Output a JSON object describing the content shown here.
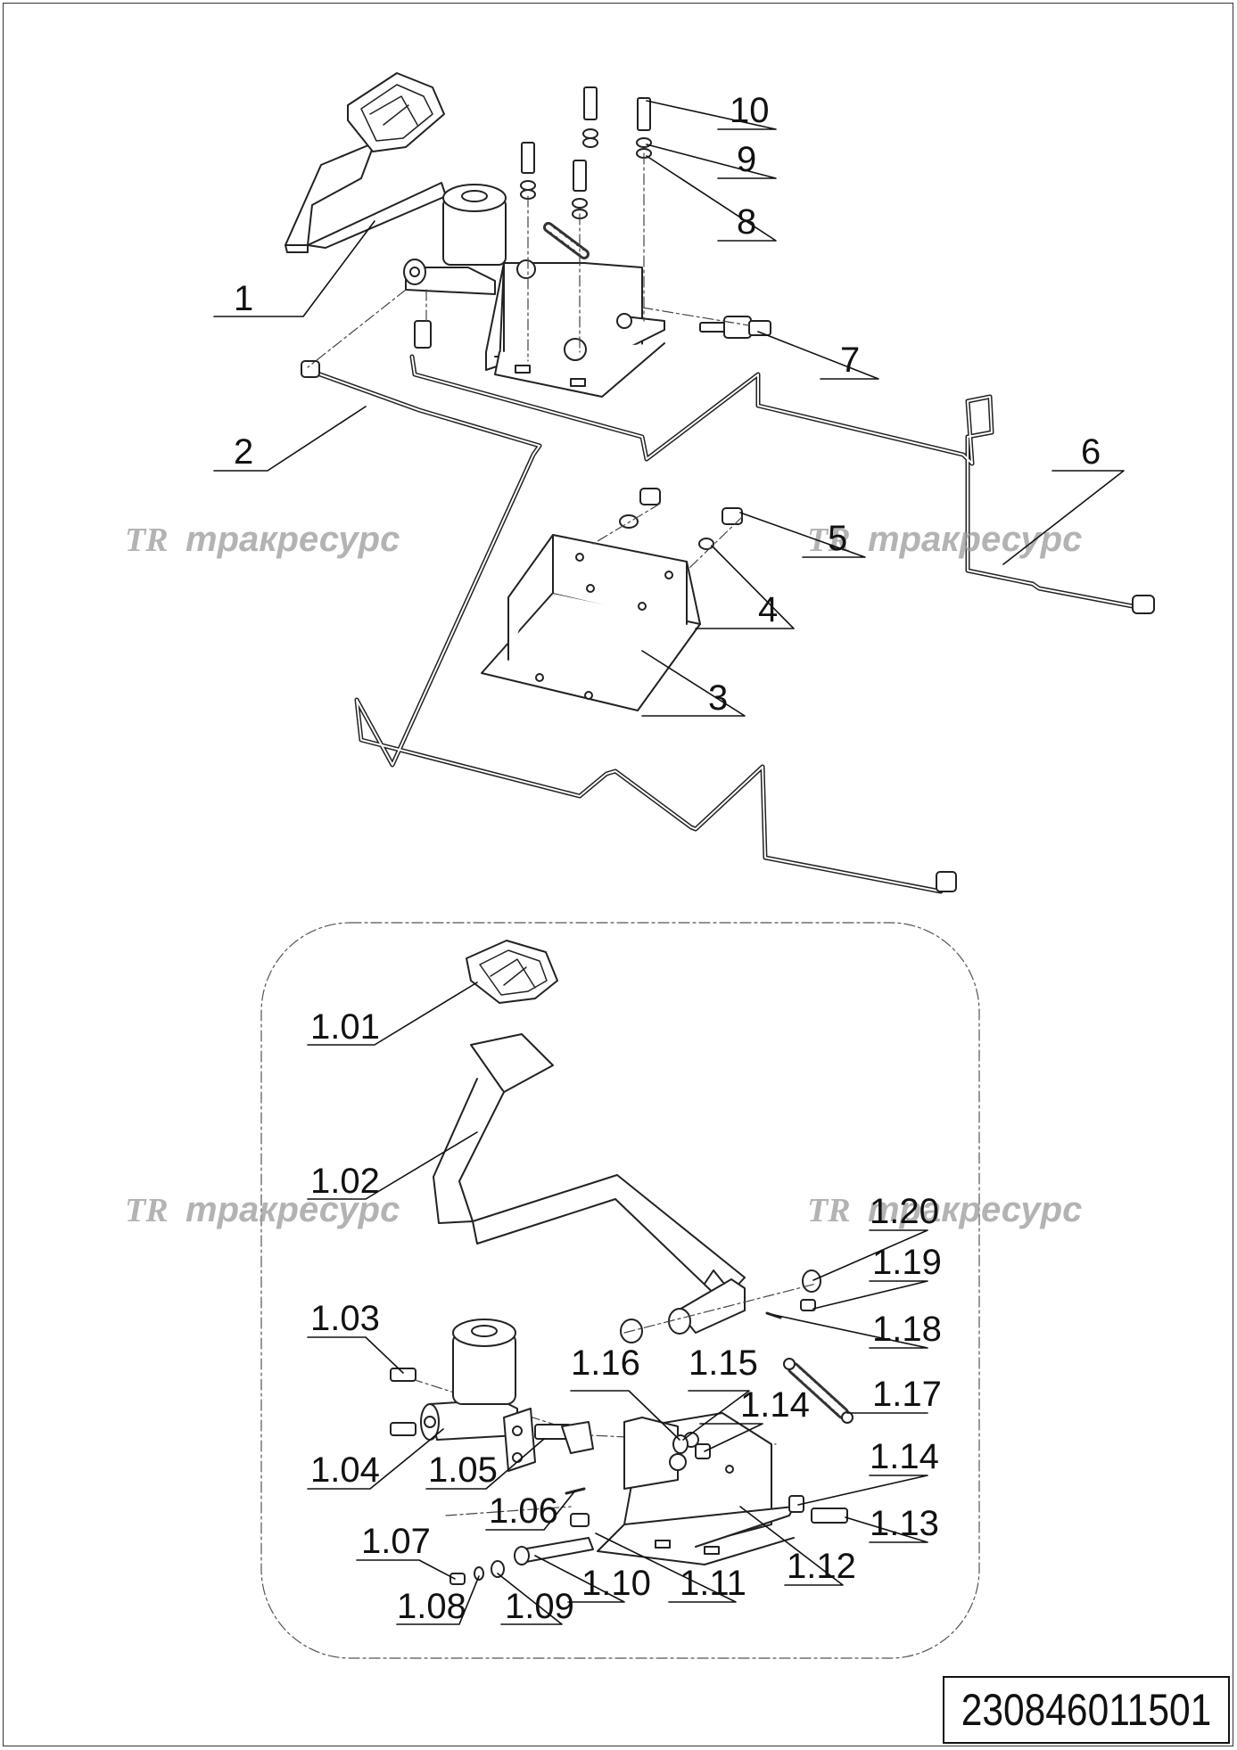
{
  "watermark": {
    "logo": "TR",
    "text": "тракресурс"
  },
  "drawing_number": "230846011501",
  "callouts": {
    "main": [
      "1",
      "2",
      "3",
      "4",
      "5",
      "6",
      "7",
      "8",
      "9",
      "10"
    ],
    "detail": [
      "1.01",
      "1.02",
      "1.03",
      "1.04",
      "1.05",
      "1.06",
      "1.07",
      "1.08",
      "1.09",
      "1.10",
      "1.11",
      "1.12",
      "1.13",
      "1.14",
      "1.14",
      "1.15",
      "1.16",
      "1.17",
      "1.18",
      "1.19",
      "1.20"
    ]
  }
}
